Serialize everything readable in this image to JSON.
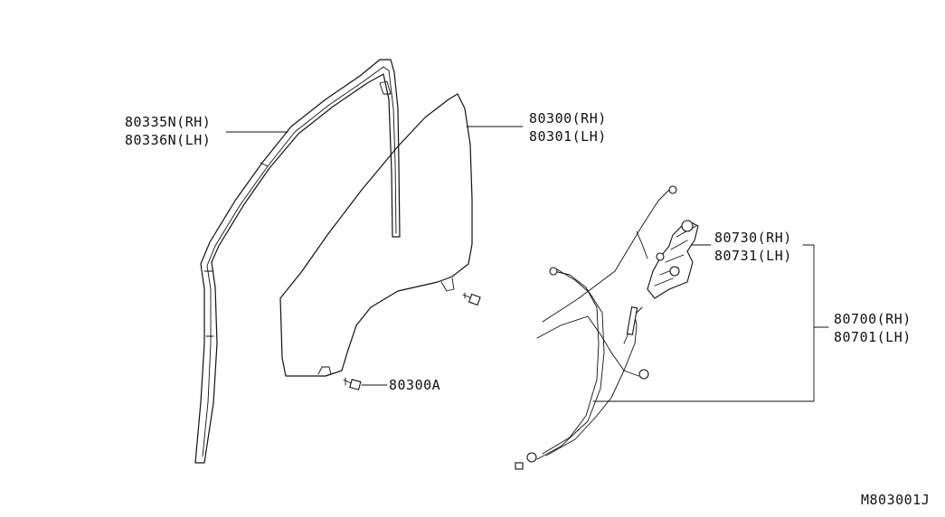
{
  "diagram": {
    "labels": {
      "run_channel_rh": "80335N(RH)",
      "run_channel_lh": "80336N(LH)",
      "glass_rh": "80300(RH)",
      "glass_lh": "80301(LH)",
      "motor_rh": "80730(RH)",
      "motor_lh": "80731(LH)",
      "regulator_rh": "80700(RH)",
      "regulator_lh": "80701(LH)",
      "bolt": "80300A",
      "figure_id": "M803001J"
    }
  }
}
